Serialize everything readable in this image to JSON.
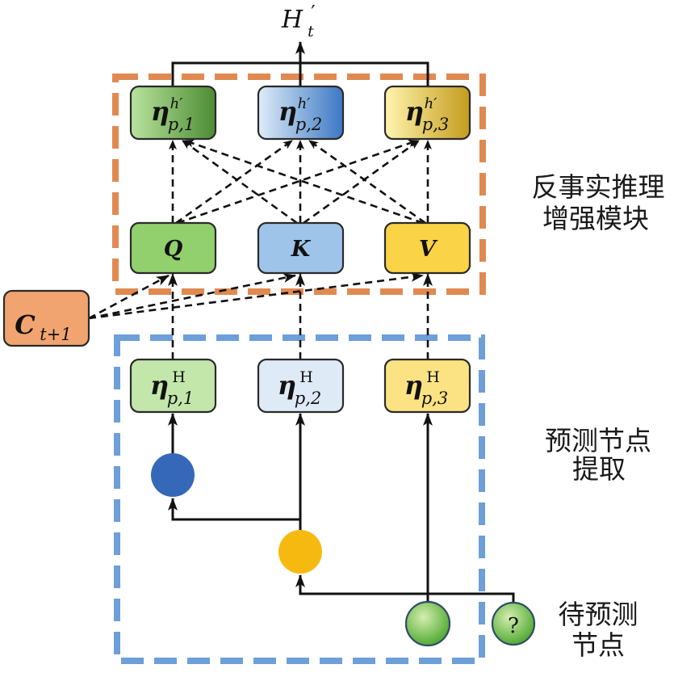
{
  "output_label": {
    "base": "H",
    "prime": "′",
    "sub": "t"
  },
  "attention_module": {
    "label_lines": [
      "反事实推理",
      "增强模块"
    ],
    "outputs": [
      {
        "base": "η",
        "sup": "h′",
        "sub": "p,1"
      },
      {
        "base": "η",
        "sup": "h′",
        "sub": "p,2"
      },
      {
        "base": "η",
        "sup": "h′",
        "sub": "p,3"
      }
    ],
    "qkv": [
      {
        "label": "Q"
      },
      {
        "label": "K"
      },
      {
        "label": "V"
      }
    ]
  },
  "counterfactual_input": {
    "base": "C",
    "sub": "t+1"
  },
  "extraction_module": {
    "label_lines": [
      "预测节点",
      "提取"
    ],
    "embeddings": [
      {
        "base": "η",
        "sup": "H",
        "sub": "p,1"
      },
      {
        "base": "η",
        "sup": "H",
        "sub": "p,2"
      },
      {
        "base": "η",
        "sup": "H",
        "sub": "p,3"
      }
    ]
  },
  "nodes": {
    "predict_node_label_lines": [
      "待预测",
      "节点"
    ],
    "unknown_symbol": "?"
  },
  "colors": {
    "orange_frame": "#e08a52",
    "blue_frame": "#6d9fd8",
    "green_light": "#b9e39e",
    "green_dark": "#4c8c33",
    "blue_light": "#dfecf8",
    "blue_dark": "#3b78c4",
    "yellow_light": "#fff4ad",
    "yellow_dark": "#c49c1e",
    "q_fill": "#91d06c",
    "k_fill": "#9fc4ea",
    "v_fill": "#fbd346",
    "c_fill": "#f1a46f",
    "emb1_fill": "#c3e6ab",
    "emb2_fill": "#dfeaf7",
    "emb3_fill": "#fbe383",
    "blue_node": "#3568b8",
    "yellow_node": "#f6b90f",
    "green_node_light": "#d4efb0",
    "green_node_dark": "#4aa52a"
  }
}
